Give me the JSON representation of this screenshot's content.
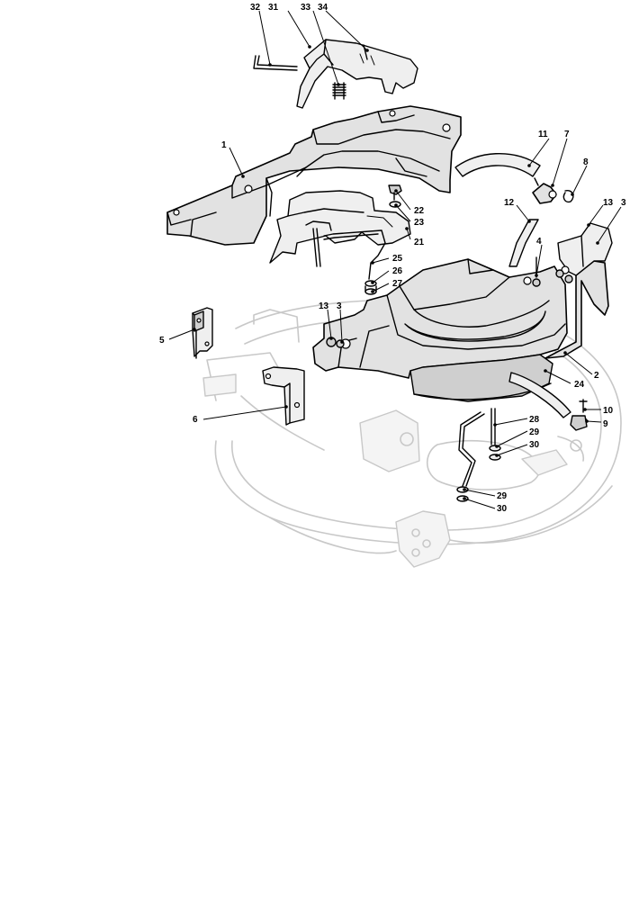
{
  "callouts": [
    {
      "label": "32"
    },
    {
      "label": "31"
    },
    {
      "label": "33"
    },
    {
      "label": "34"
    },
    {
      "label": "1"
    },
    {
      "label": "11"
    },
    {
      "label": "7"
    },
    {
      "label": "8"
    },
    {
      "label": "22"
    },
    {
      "label": "23"
    },
    {
      "label": "21"
    },
    {
      "label": "12"
    },
    {
      "label": "13"
    },
    {
      "label": "3"
    },
    {
      "label": "4"
    },
    {
      "label": "25"
    },
    {
      "label": "26"
    },
    {
      "label": "27"
    },
    {
      "label": "13"
    },
    {
      "label": "3"
    },
    {
      "label": "5"
    },
    {
      "label": "2"
    },
    {
      "label": "24"
    },
    {
      "label": "6"
    },
    {
      "label": "10"
    },
    {
      "label": "9"
    },
    {
      "label": "28"
    },
    {
      "label": "29"
    },
    {
      "label": "30"
    },
    {
      "label": "29"
    },
    {
      "label": "30"
    }
  ]
}
